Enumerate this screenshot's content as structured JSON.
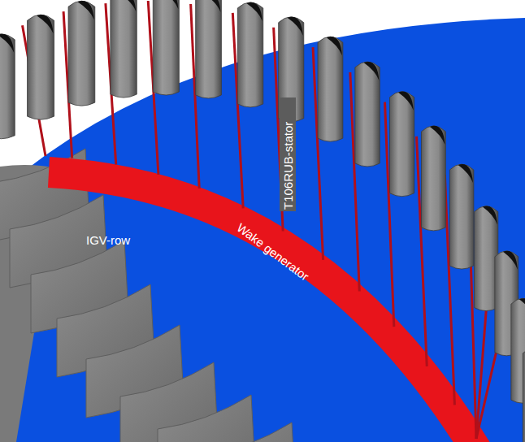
{
  "diagram": {
    "labels": [
      "T106RUB-stator",
      "IGV-row",
      "Wake generator"
    ]
  }
}
